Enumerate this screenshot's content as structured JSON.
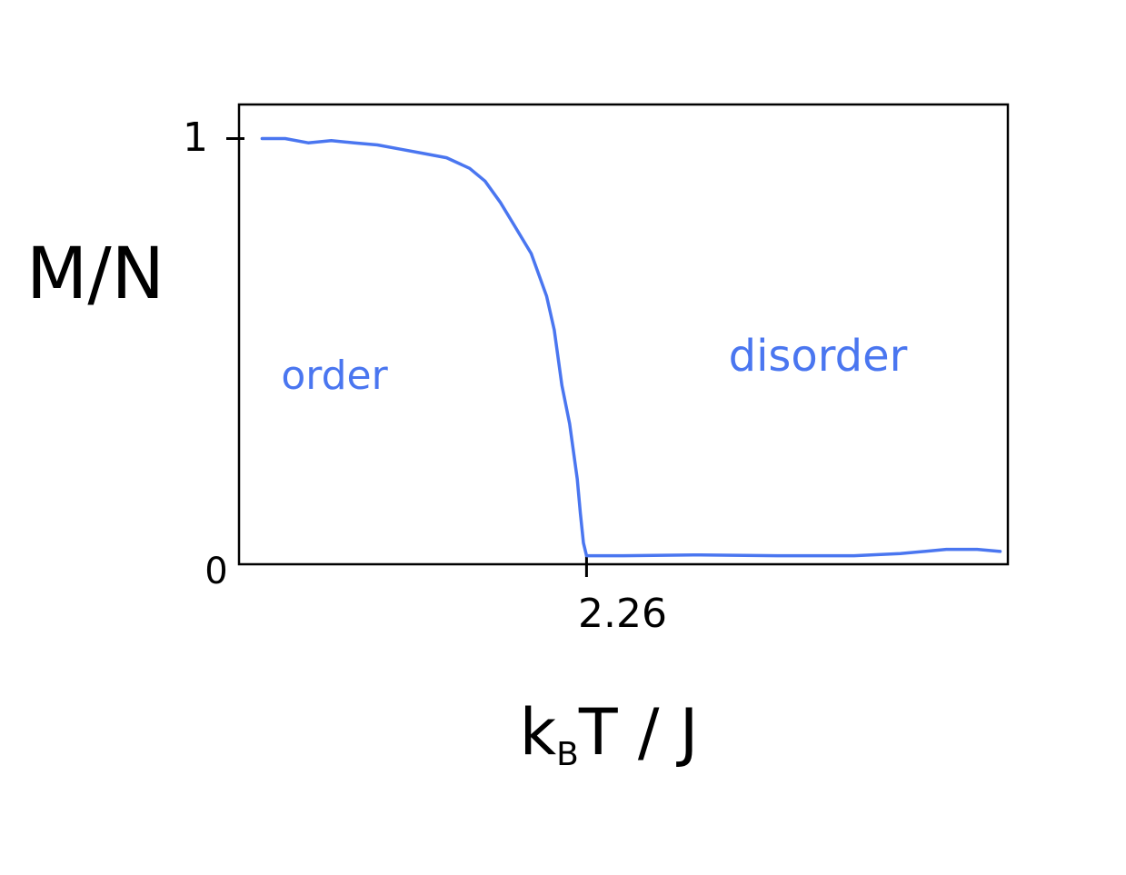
{
  "chart_data": {
    "type": "line",
    "title": "",
    "xlabel": "k_B T / J",
    "xlabel_main": "k",
    "xlabel_sub": "B",
    "xlabel_rest": "T / J",
    "ylabel": "M/N",
    "xlim": [
      0,
      5
    ],
    "ylim": [
      0,
      1.08
    ],
    "grid": false,
    "x_ticks": [
      {
        "value": 2.26,
        "label": "2.26"
      }
    ],
    "y_ticks": [
      {
        "value": 0,
        "label": "0"
      },
      {
        "value": 1,
        "label": "1"
      }
    ],
    "annotations": [
      {
        "text": "order",
        "x": 0.5,
        "y": 0.43
      },
      {
        "text": "disorder",
        "x": 3.6,
        "y": 0.46
      }
    ],
    "series": [
      {
        "color": "#4a76f0",
        "x": [
          0.15,
          0.3,
          0.45,
          0.6,
          0.75,
          0.9,
          1.05,
          1.2,
          1.35,
          1.5,
          1.6,
          1.7,
          1.8,
          1.9,
          2.0,
          2.05,
          2.1,
          2.15,
          2.2,
          2.22,
          2.24,
          2.26,
          2.3,
          2.5,
          3.0,
          3.5,
          4.0,
          4.3,
          4.6,
          4.8,
          4.95
        ],
        "y": [
          1.0,
          1.0,
          0.99,
          0.995,
          0.99,
          0.985,
          0.975,
          0.965,
          0.955,
          0.93,
          0.9,
          0.85,
          0.79,
          0.73,
          0.63,
          0.55,
          0.42,
          0.33,
          0.2,
          0.12,
          0.05,
          0.02,
          0.02,
          0.02,
          0.022,
          0.02,
          0.02,
          0.025,
          0.035,
          0.035,
          0.03
        ]
      }
    ]
  }
}
